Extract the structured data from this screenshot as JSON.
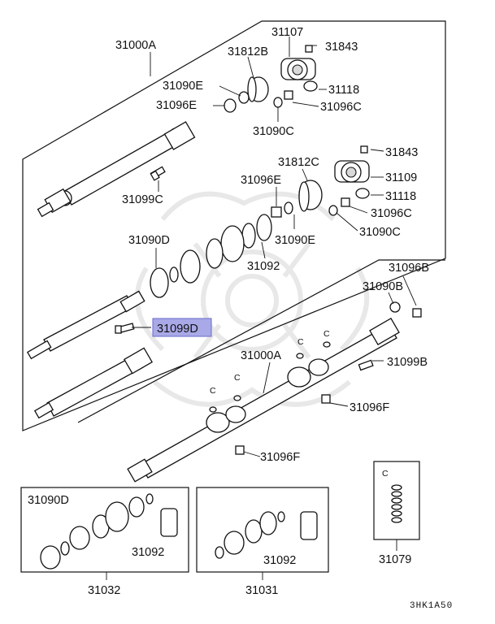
{
  "highlight_color": "#a9a9e8",
  "main_assembly": {
    "top_label": "31000A",
    "lower_label": "31000A"
  },
  "labels": {
    "l31107": "31107",
    "l31843a": "31843",
    "l31812b": "31812B",
    "l31118a": "31118",
    "l31090e_a": "31090E",
    "l31096e_a": "31096E",
    "l31096c_a": "31096C",
    "l31090c_a": "31090C",
    "l31099c": "31099C",
    "l31843b": "31843",
    "l31812c": "31812C",
    "l31109": "31109",
    "l31096e_b": "31096E",
    "l31118b": "31118",
    "l31096c_b": "31096C",
    "l31090e_b": "31090E",
    "l31090c_b": "31090C",
    "l31090d_a": "31090D",
    "l31092_a": "31092",
    "l31099d": "31099D",
    "l31096b": "31096B",
    "l31090b": "31090B",
    "l31099b": "31099B",
    "l31096f_a": "31096F",
    "l31096f_b": "31096F"
  },
  "c_markers": [
    "C",
    "C",
    "C",
    "C",
    "C"
  ],
  "kits": {
    "kit_31032": {
      "part_no": "31032",
      "inner_label_a": "31090D",
      "inner_label_b": "31092"
    },
    "kit_31031": {
      "part_no": "31031",
      "inner_label_b": "31092"
    },
    "kit_31079": {
      "part_no": "31079",
      "marker": "C"
    }
  },
  "diagram_code": "3HK1A50"
}
